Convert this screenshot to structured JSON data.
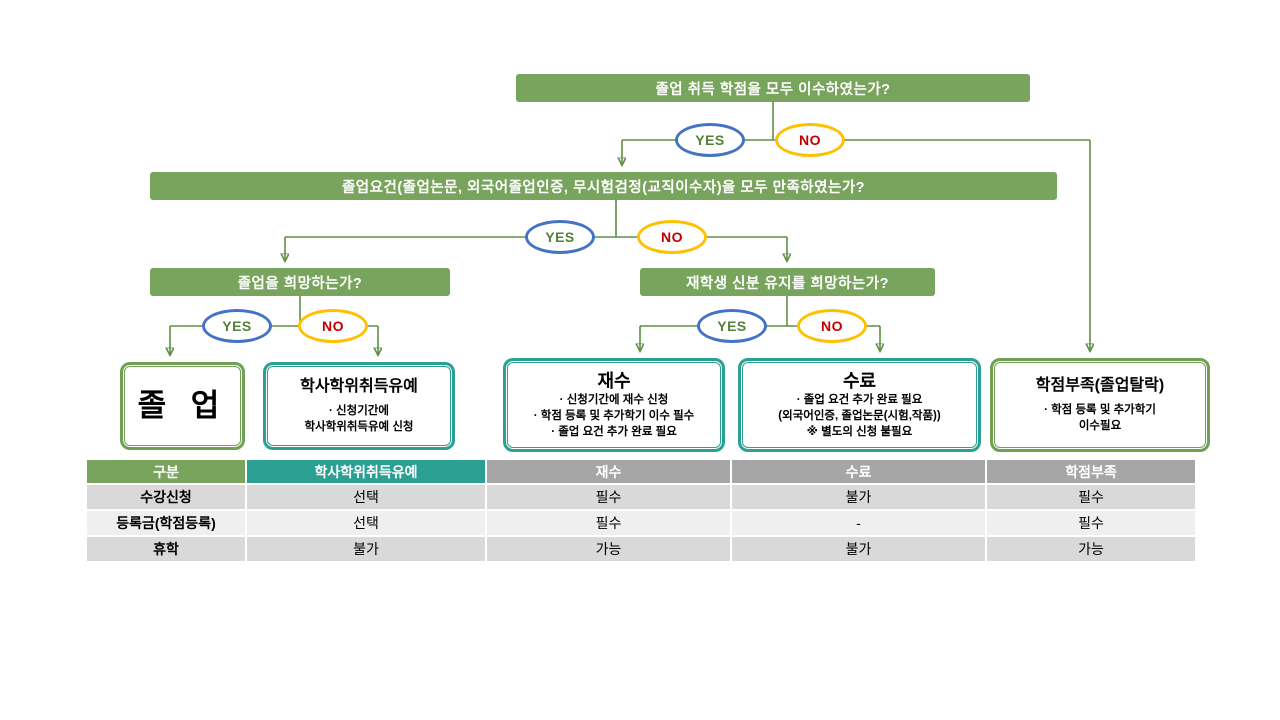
{
  "colors": {
    "bar_green": "#79A45D",
    "connector_green": "#5E8F46",
    "teal": "#2BA092",
    "header_gray": "#A6A6A6",
    "yes_border_blue": "#4472C4",
    "yes_text_green": "#538135",
    "no_border_yellow": "#FFC000",
    "no_text_red": "#C00000",
    "row_gray": "#D9D9D9",
    "row_light": "#EFEFEF"
  },
  "flow": {
    "labels": {
      "yes": "YES",
      "no": "NO"
    },
    "questions": {
      "q1": "졸업 취득 학점을 모두 이수하였는가?",
      "q2": "졸업요건(졸업논문, 외국어졸업인증, 무시험검정(교직이수자)을 모두 만족하였는가?",
      "q3": "졸업을 희망하는가?",
      "q4": "재학생 신분 유지를 희망하는가?"
    },
    "outcomes": {
      "graduation": {
        "title": "졸 업"
      },
      "deferment": {
        "title": "학사학위취득유예",
        "lines": [
          "· 신청기간에",
          "학사학위취득유예 신청"
        ]
      },
      "retake": {
        "title": "재수",
        "lines": [
          "· 신청기간에 재수 신청",
          "· 학점 등록 및 추가학기 이수 필수",
          "· 졸업 요건 추가 완료 필요"
        ]
      },
      "completion": {
        "title": "수료",
        "lines": [
          "· 졸업 요건 추가 완료 필요",
          "(외국어인증, 졸업논문(시험,작품))",
          "※ 별도의 신청 불필요"
        ]
      },
      "insufficient": {
        "title": "학점부족(졸업탈락)",
        "lines": [
          "· 학점 등록 및 추가학기",
          "이수필요"
        ]
      }
    }
  },
  "table": {
    "headers": [
      "구분",
      "학사학위취득유예",
      "재수",
      "수료",
      "학점부족"
    ],
    "rows": [
      {
        "label": "수강신청",
        "values": [
          "선택",
          "필수",
          "불가",
          "필수"
        ]
      },
      {
        "label": "등록금(학점등록)",
        "values": [
          "선택",
          "필수",
          "-",
          "필수"
        ]
      },
      {
        "label": "휴학",
        "values": [
          "불가",
          "가능",
          "불가",
          "가능"
        ]
      }
    ]
  }
}
